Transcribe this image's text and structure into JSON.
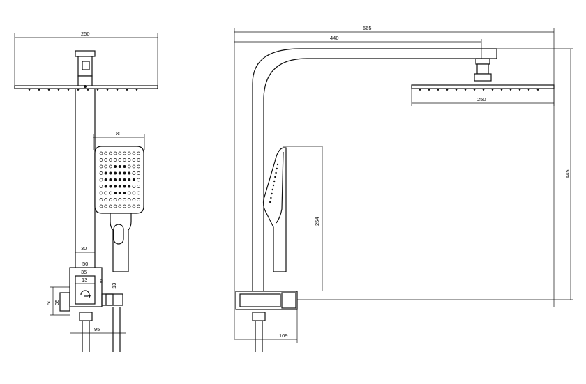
{
  "front_view": {
    "dims": {
      "head_width": "250",
      "handset_width": "80",
      "pipe_width": "30",
      "body_width_a": "50",
      "body_width_b": "35",
      "inner_a": "13",
      "inner_b": "8",
      "side_13": "13",
      "height_50": "50",
      "height_35": "35",
      "depth_95": "95"
    }
  },
  "side_view": {
    "dims": {
      "total_reach": "565",
      "arm_reach": "440",
      "head_width": "250",
      "handset_height": "254",
      "total_height": "445",
      "base_depth": "109"
    }
  }
}
